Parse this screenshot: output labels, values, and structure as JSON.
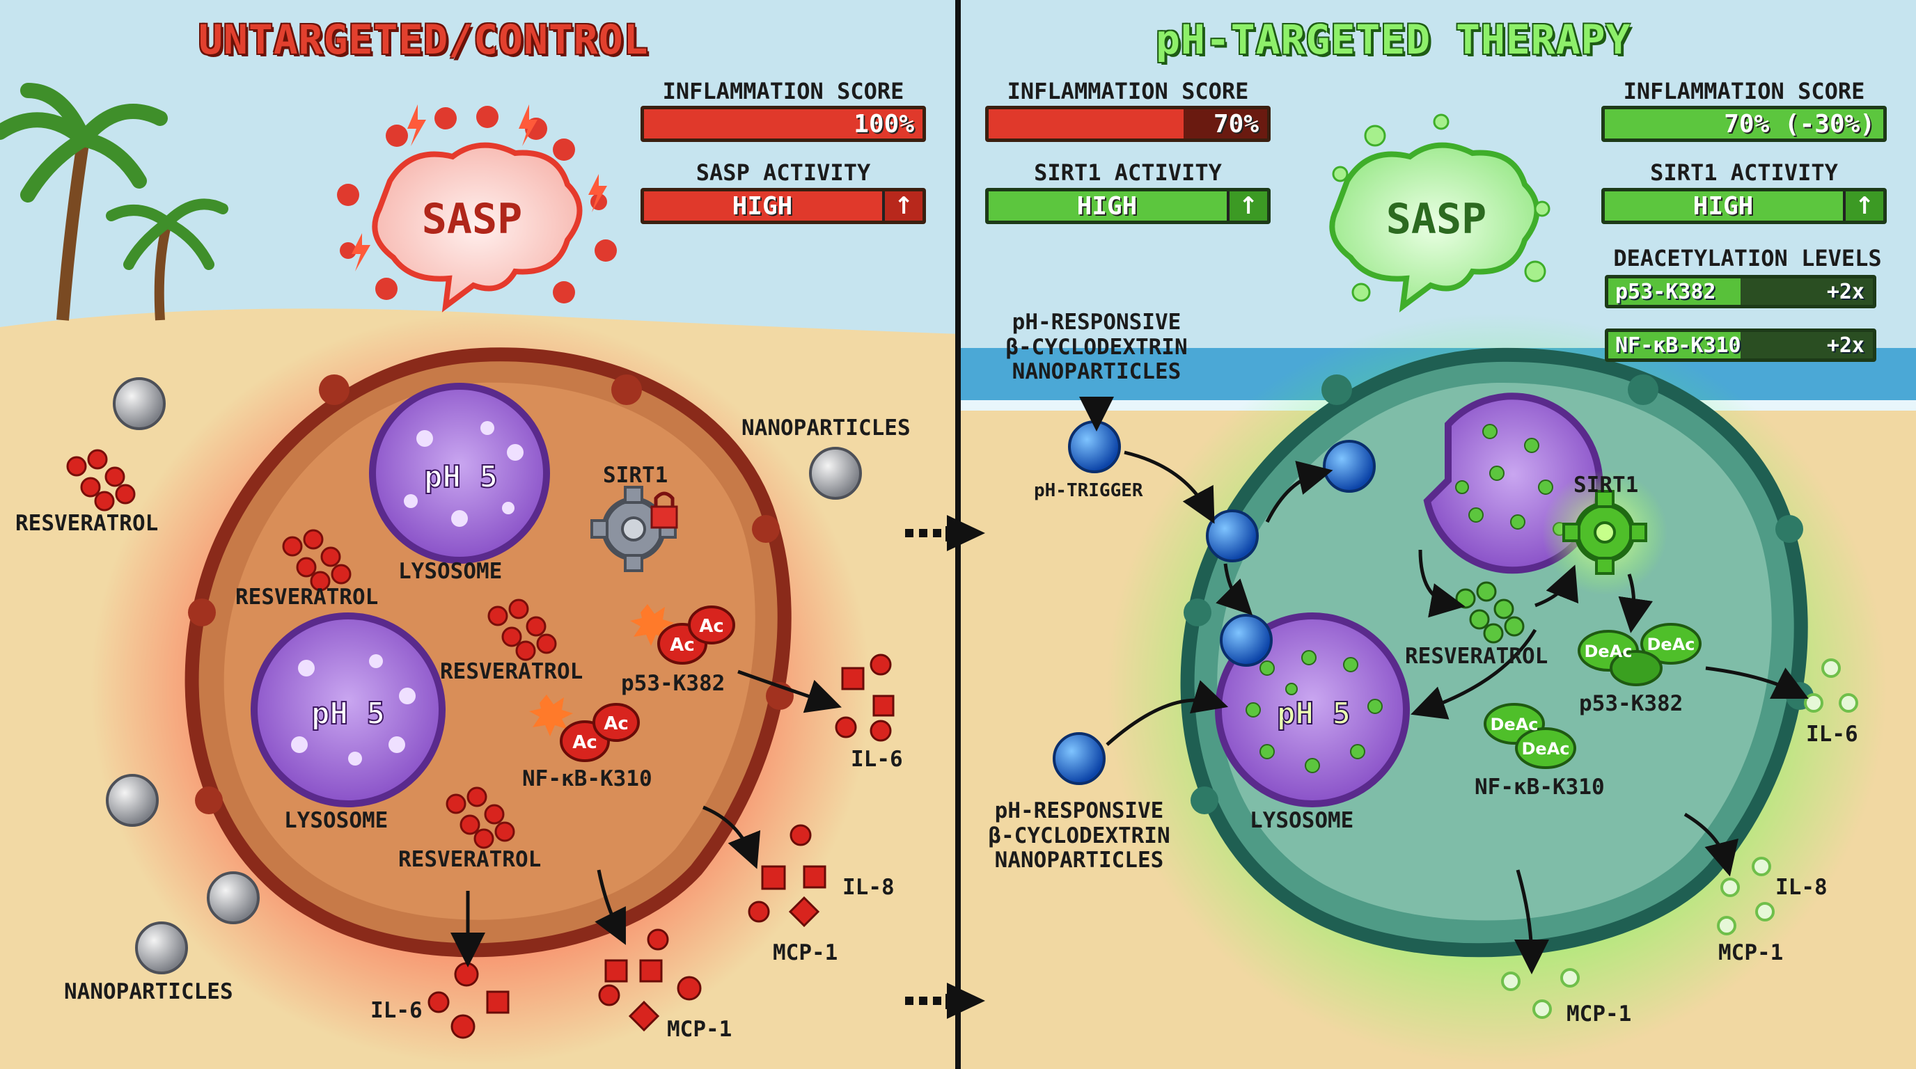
{
  "left_panel": {
    "title": "UNTARGETED/CONTROL",
    "sasp_label": "SASP",
    "meters": {
      "inflammation_title": "INFLAMMATION SCORE",
      "inflammation_value": "100%",
      "inflammation_level": 1.0,
      "activity_title": "SASP ACTIVITY",
      "activity_value": "HIGH"
    },
    "labels": {
      "resveratrol_outside": "RESVERATROL",
      "resveratrol_1": "RESVERATROL",
      "resveratrol_2": "RESVERATROL",
      "resveratrol_3": "RESVERATROL",
      "lysosome_1": "LYSOSOME",
      "lysosome_2": "LYSOSOME",
      "ph_1": "pH 5",
      "ph_2": "pH 5",
      "sirt1": "SIRT1",
      "p53": "p53-K382",
      "nfkb": "NF-κB-K310",
      "acetyl": "Ac",
      "nanoparticles_top": "NANOPARTICLES",
      "nanoparticles_bottom": "NANOPARTICLES",
      "il6_right": "IL-6",
      "il8": "IL-8",
      "mcp1_right": "MCP-1",
      "il6_bottom": "IL-6",
      "mcp1_bottom": "MCP-1"
    }
  },
  "right_panel": {
    "title": "pH-TARGETED THERAPY",
    "sasp_label": "SASP",
    "meters_a": {
      "inflammation_title": "INFLAMMATION SCORE",
      "inflammation_value": "70%",
      "inflammation_level": 0.7,
      "activity_title": "SIRT1 ACTIVITY",
      "activity_value": "HIGH"
    },
    "meters_b": {
      "inflammation_title": "INFLAMMATION SCORE",
      "inflammation_value": "70% (-30%)",
      "inflammation_level": 1.0,
      "activity_title": "SIRT1 ACTIVITY",
      "activity_value": "HIGH",
      "deacetylation_title": "DEACETYLATION LEVELS",
      "deac_1_name": "p53-K382",
      "deac_1_value": "+2x",
      "deac_2_name": "NF-κB-K310",
      "deac_2_value": "+2x"
    },
    "labels": {
      "np_top_line1": "pH-RESPONSIVE",
      "np_top_line2": "β-CYCLODEXTRIN",
      "np_top_line3": "NANOPARTICLES",
      "ph_trigger": "pH-TRIGGER",
      "np_bottom_line1": "pH-RESPONSIVE",
      "np_bottom_line2": "β-CYCLODEXTRIN",
      "np_bottom_line3": "NANOPARTICLES",
      "lysosome": "LYSOSOME",
      "ph": "pH 5",
      "sirt1": "SIRT1",
      "resveratrol": "RESVERATROL",
      "p53": "p53-K382",
      "nfkb": "NF-κB-K310",
      "deacetyl": "DeAc",
      "il6": "IL-6",
      "il8": "IL-8",
      "mcp1_right": "MCP-1",
      "mcp1_bottom": "MCP-1"
    }
  },
  "colors": {
    "sky": "#bfe0ec",
    "sand": "#f2d9a4",
    "sea": "#4ba8d6",
    "control_red": "#d63a2c",
    "therapy_green": "#5cc63e",
    "lysosome_purple": "#9a5ad0",
    "nanoparticle_blue": "#1e6fd8"
  }
}
